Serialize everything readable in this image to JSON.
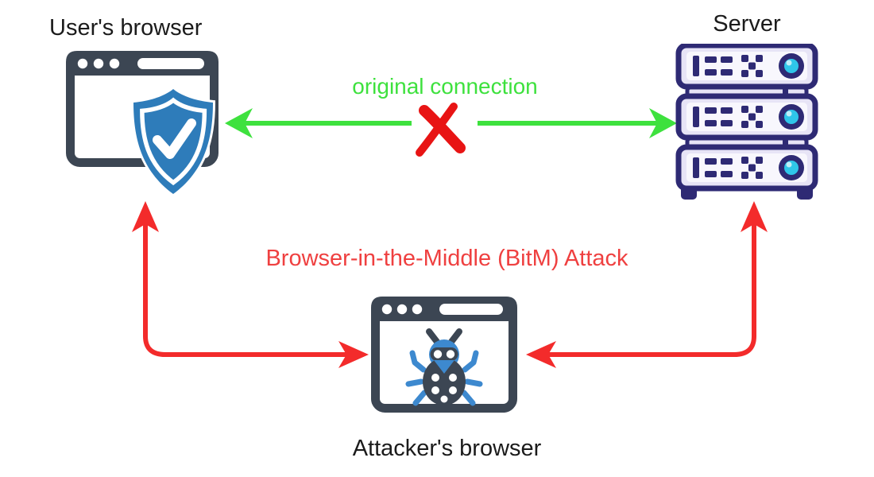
{
  "colors": {
    "ink": "#1b1b1b",
    "green": "#3ee13e",
    "red": "#f32b2b",
    "red-text": "#ef4040",
    "red-x": "#e81414",
    "slate": "#3c4653",
    "blue": "#2e7cba",
    "bug-blue": "#3d89cf",
    "navy": "#2e2a74",
    "server-fill": "#e7e4f6",
    "server-panel": "#f8f7fd",
    "cyan": "#2fc6e9"
  },
  "nodes": {
    "user_browser": {
      "label": "User's browser",
      "icons": [
        "browser-window-icon",
        "shield-check-icon"
      ]
    },
    "server": {
      "label": "Server",
      "icons": [
        "server-stack-icon"
      ]
    },
    "attacker_browser": {
      "label": "Attacker's browser",
      "icons": [
        "browser-window-icon",
        "bug-icon"
      ]
    }
  },
  "connections": {
    "original": {
      "label": "original connection",
      "blocked": true,
      "style": "green double-headed arrow with red X"
    },
    "bitm": {
      "label": "Browser-in-the-Middle (BitM) Attack",
      "style": "red elbow arrows through attacker's browser"
    }
  }
}
